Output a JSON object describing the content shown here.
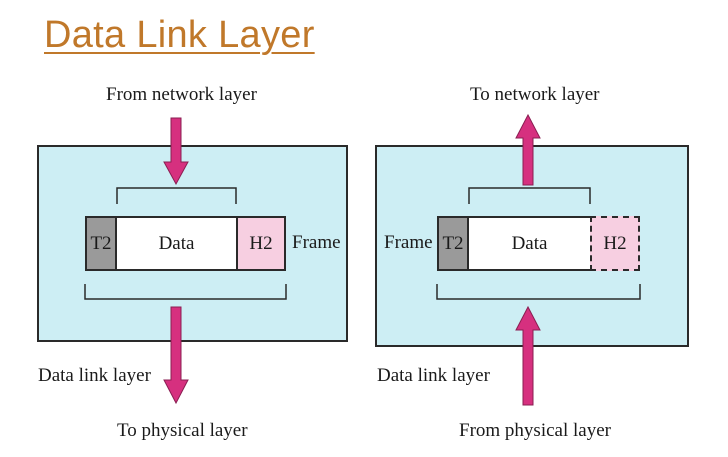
{
  "title": "Data Link Layer",
  "left": {
    "top_label": "From network layer",
    "bottom_label": "To physical layer",
    "layer_label": "Data link layer",
    "frame_label": "Frame",
    "cells": {
      "trailer": "T2",
      "data": "Data",
      "header": "H2"
    }
  },
  "right": {
    "top_label": "To network layer",
    "bottom_label": "From physical layer",
    "layer_label": "Data link layer",
    "frame_label": "Frame",
    "cells": {
      "trailer": "T2",
      "data": "Data",
      "header": "H2"
    }
  },
  "colors": {
    "title": "#c0782a",
    "panel": "#cdeef4",
    "arrow": "#d6307f",
    "trailer": "#9a9a9a",
    "header": "#f7cfe1"
  }
}
